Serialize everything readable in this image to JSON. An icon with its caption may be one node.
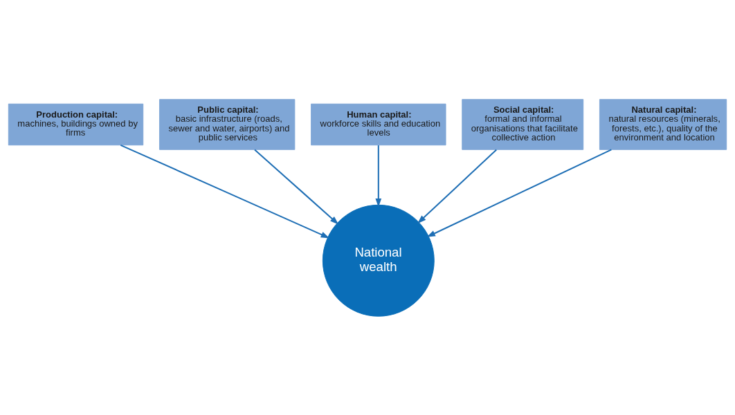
{
  "diagram": {
    "nodes": [
      {
        "text": [
          "Production capital:",
          "machines, buildings owned by firms"
        ]
      },
      {
        "text": [
          "Public capital:",
          "basic infrastructure (roads, sewer and water, airports) and public services"
        ]
      },
      {
        "text": [
          "Human capital:",
          "workforce skills and education levels"
        ]
      },
      {
        "text": [
          "Social capital:",
          "formal and informal organisations that facilitate collective action"
        ]
      },
      {
        "text": [
          "Natural capital:",
          "natural resources (minerals, forests, etc.), quality of the environment and location"
        ]
      },
      {
        "text": [
          "National wealth"
        ]
      }
    ],
    "edges": [
      {
        "from": 0,
        "to": 5,
        "arrow": "to"
      },
      {
        "from": 1,
        "to": 5,
        "arrow": "to"
      },
      {
        "from": 2,
        "to": 5,
        "arrow": "to"
      },
      {
        "from": 3,
        "to": 5,
        "arrow": "to"
      },
      {
        "from": 4,
        "to": 5,
        "arrow": "to"
      }
    ]
  }
}
